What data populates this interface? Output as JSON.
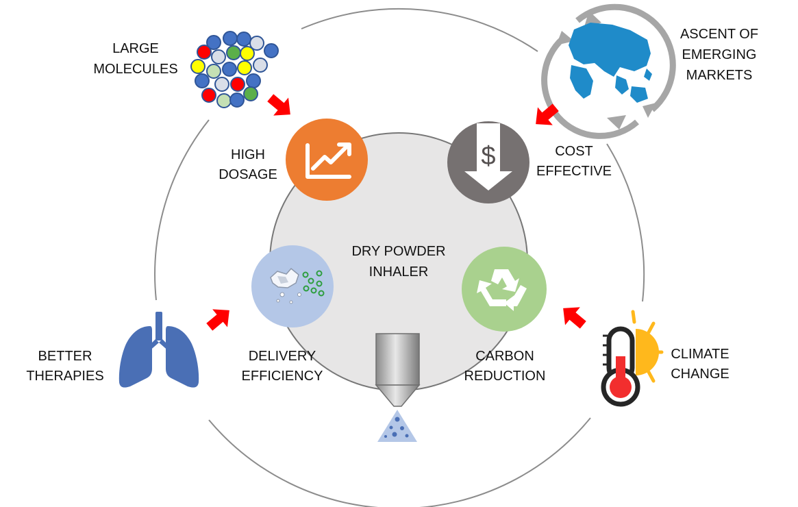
{
  "center": {
    "line1": "DRY POWDER",
    "line2": "INHALER"
  },
  "drivers": {
    "high_dosage": {
      "line1": "HIGH",
      "line2": "DOSAGE"
    },
    "cost_effective": {
      "line1": "COST",
      "line2": "EFFECTIVE",
      "symbol": "$"
    },
    "delivery_efficiency": {
      "line1": "DELIVERY",
      "line2": "EFFICIENCY"
    },
    "carbon_reduction": {
      "line1": "CARBON",
      "line2": "REDUCTION"
    }
  },
  "factors": {
    "large_molecules": {
      "line1": "LARGE",
      "line2": "MOLECULES"
    },
    "emerging_markets": {
      "line1": "ASCENT OF",
      "line2": "EMERGING",
      "line3": "MARKETS"
    },
    "better_therapies": {
      "line1": "BETTER",
      "line2": "THERAPIES"
    },
    "climate_change": {
      "line1": "CLIMATE",
      "line2": "CHANGE"
    }
  },
  "colors": {
    "high_dosage": "#ED7D31",
    "cost_effective": "#767171",
    "delivery_efficiency": "#B4C7E7",
    "carbon_reduction": "#A9D18E",
    "arrows": "#FF0000",
    "lungs": "#4A6FB5",
    "globe": "#1F8BC9",
    "thermometer": "#F22E2E",
    "sun": "#FFB81C",
    "center_fill": "#E7E6E6"
  },
  "icons": {
    "molecules": "molecule-cluster-icon",
    "globe": "globe-icon",
    "lungs": "lungs-icon",
    "thermometer": "thermometer-sun-icon",
    "trend": "trend-up-icon",
    "dollar": "dollar-down-arrow-icon",
    "recycle": "recycle-icon",
    "particles": "powder-particles-icon",
    "inhaler": "inhaler-nozzle-icon"
  }
}
